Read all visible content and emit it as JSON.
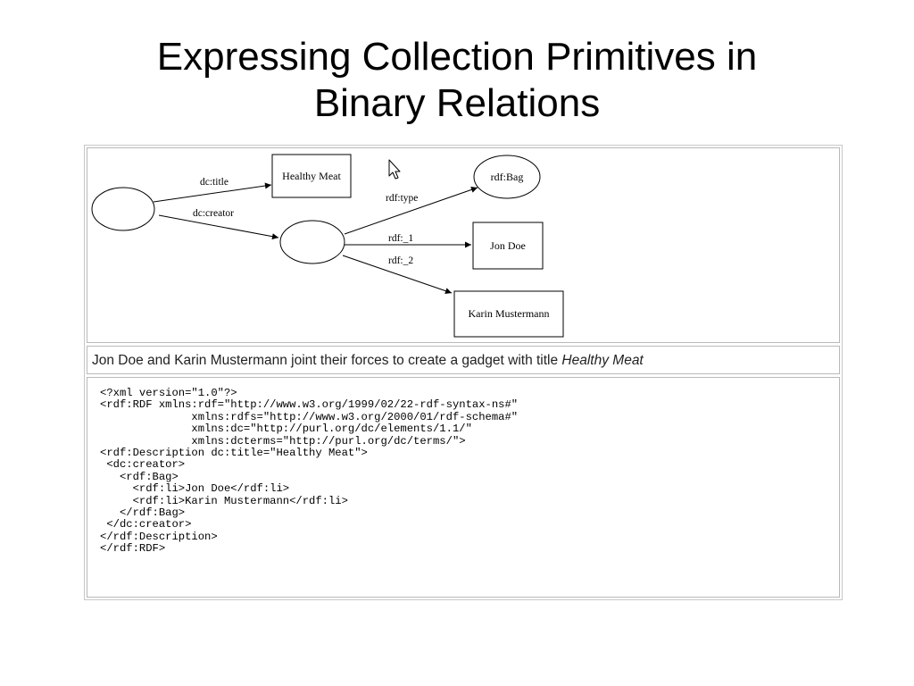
{
  "slide": {
    "title_line1": "Expressing Collection Primitives in",
    "title_line2": "Binary Relations"
  },
  "graph": {
    "nodes": {
      "healthy_meat": "Healthy Meat",
      "rdf_bag": "rdf:Bag",
      "jon_doe": "Jon Doe",
      "karin_mustermann": "Karin Mustermann"
    },
    "edges": {
      "dc_title": "dc:title",
      "dc_creator": "dc:creator",
      "rdf_type": "rdf:type",
      "rdf_1": "rdf:_1",
      "rdf_2": "rdf:_2"
    },
    "icons": [
      "cursor-arrow-icon"
    ]
  },
  "caption": {
    "text": "Jon Doe and Karin Mustermann joint their forces to create a gadget with title ",
    "emphasis": "Healthy Meat"
  },
  "code": {
    "lines": [
      "<?xml version=\"1.0\"?>",
      "<rdf:RDF xmlns:rdf=\"http://www.w3.org/1999/02/22-rdf-syntax-ns#\"",
      "              xmlns:rdfs=\"http://www.w3.org/2000/01/rdf-schema#\"",
      "              xmlns:dc=\"http://purl.org/dc/elements/1.1/\"",
      "              xmlns:dcterms=\"http://purl.org/dc/terms/\">",
      "<rdf:Description dc:title=\"Healthy Meat\">",
      " <dc:creator>",
      "   <rdf:Bag>",
      "     <rdf:li>Jon Doe</rdf:li>",
      "     <rdf:li>Karin Mustermann</rdf:li>",
      "   </rdf:Bag>",
      " </dc:creator>",
      "</rdf:Description>",
      "</rdf:RDF>"
    ]
  }
}
